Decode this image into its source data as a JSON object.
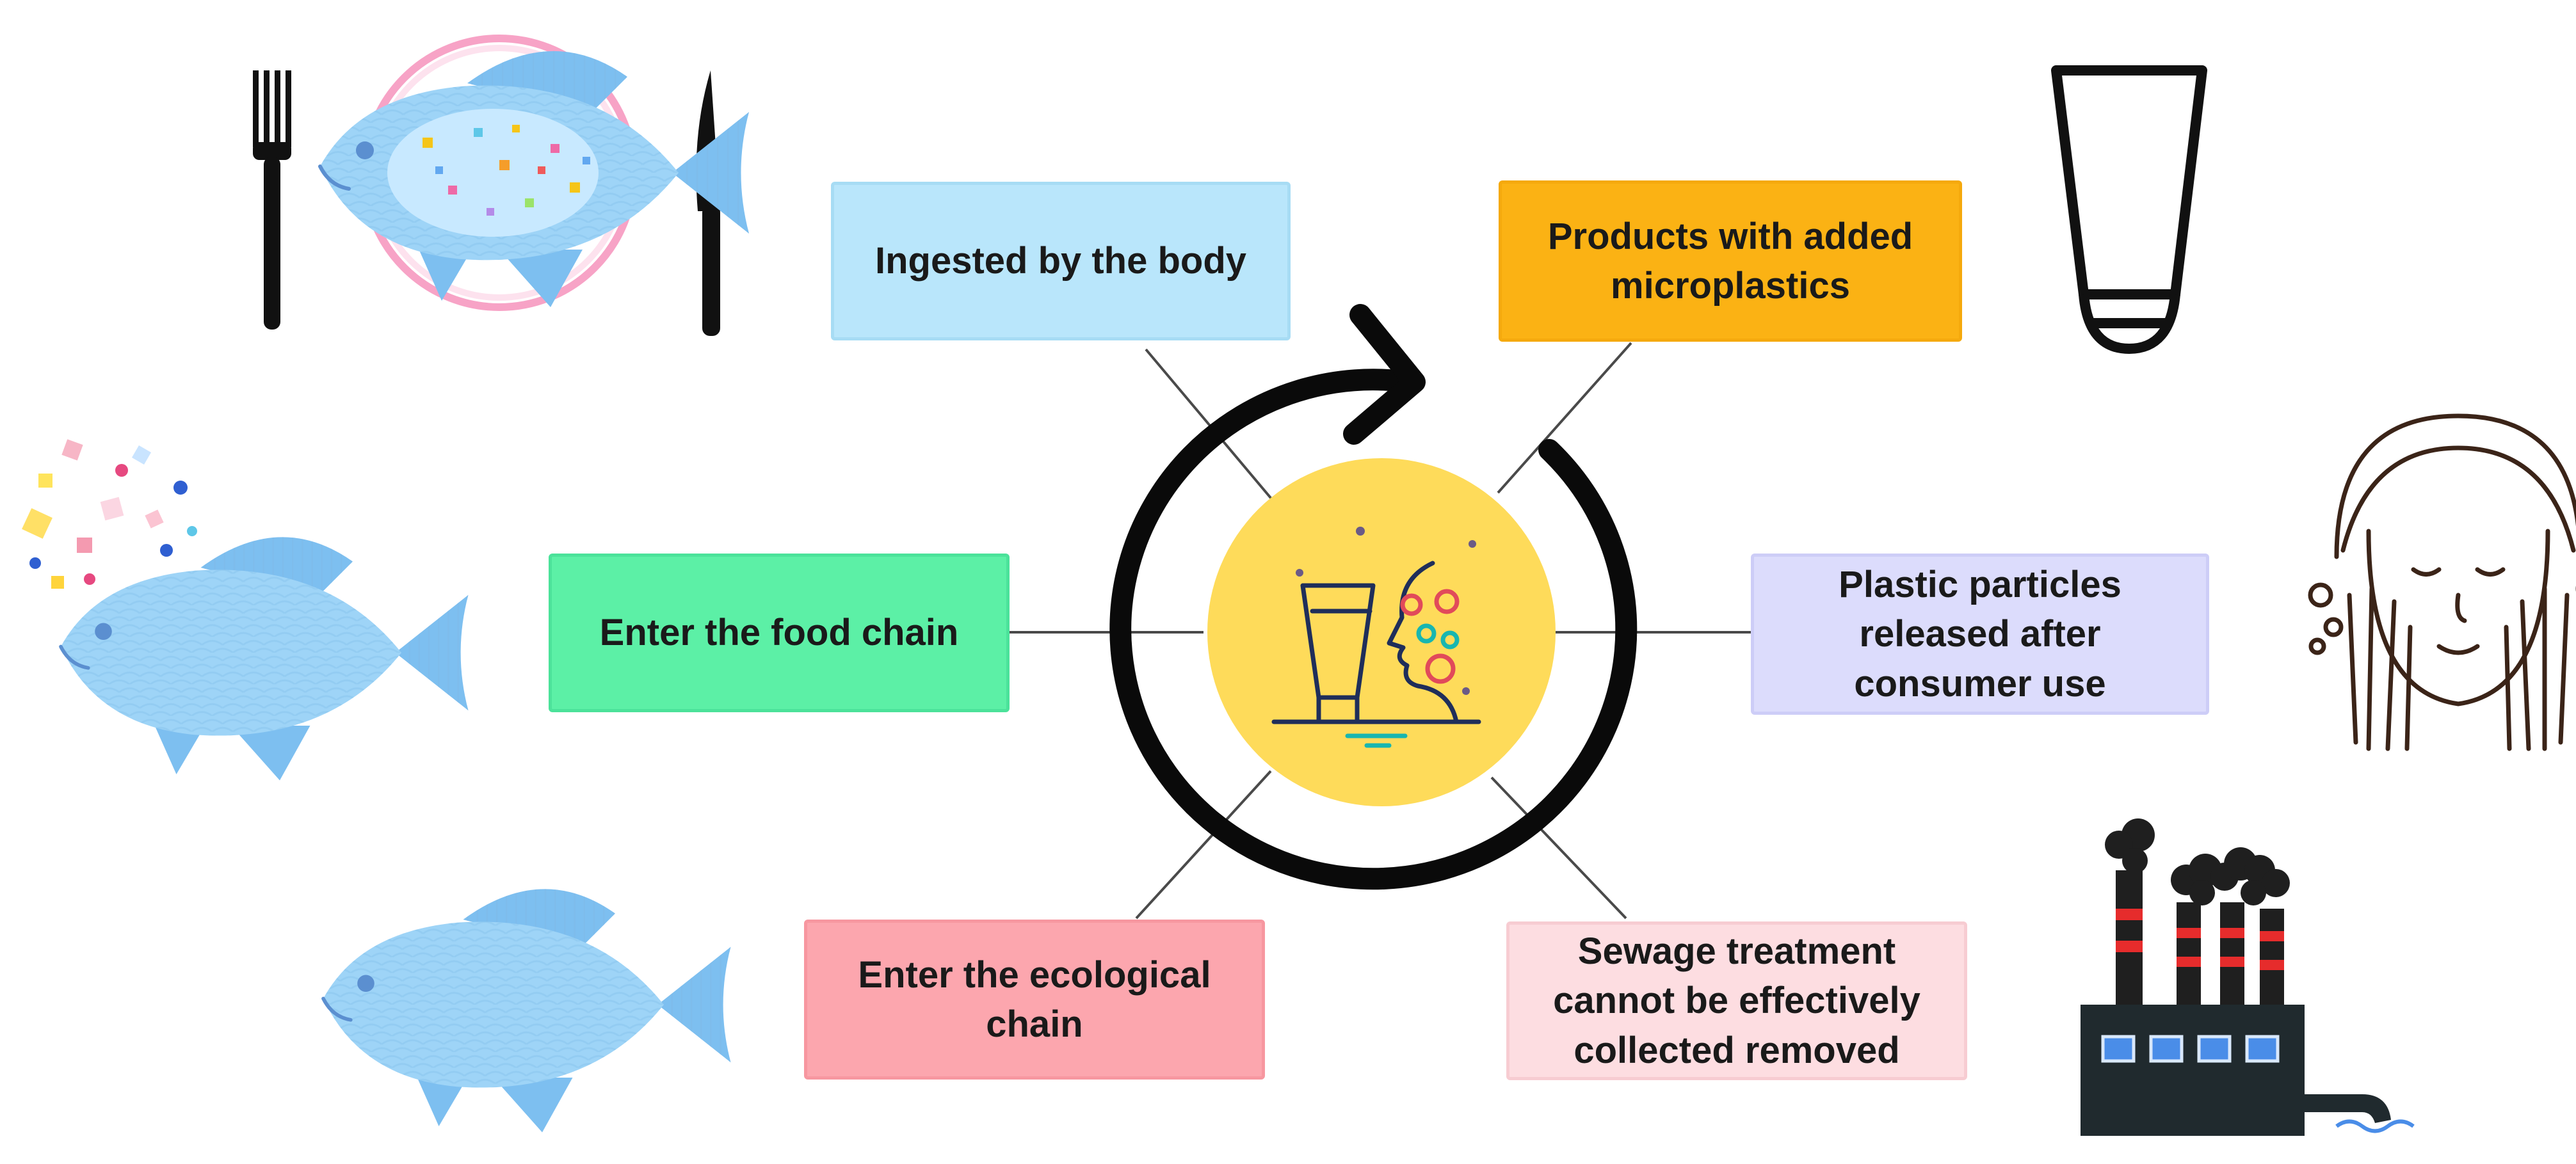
{
  "diagram": {
    "boxes": {
      "ingested": "Ingested by the body",
      "products": "Products with added microplastics",
      "plastic_particles": "Plastic particles released after consumer use",
      "sewage": "Sewage treatment cannot be effectively collected removed",
      "ecological_chain": "Enter the ecological chain",
      "food_chain": "Enter the food chain"
    },
    "colors": {
      "ingested": "#b9e6fb",
      "products": "#fbb214",
      "plastic_particles": "#dcdcfc",
      "sewage": "#fddde1",
      "ecological_chain": "#fca6ae",
      "food_chain": "#5cf0a6",
      "center_circle": "#fedb5a",
      "fish": "#9ed4f7"
    },
    "icons": {
      "center": "cosmetic-tube-face-icon",
      "cycle": "circular-arrow-icon",
      "top_left": "fish-on-plate-icon",
      "middle_left": "fish-with-microplastics-icon",
      "bottom_left": "fish-icon",
      "top_right": "cosmetic-tube-icon",
      "middle_right": "face-washing-icon",
      "bottom_right": "factory-icon"
    }
  }
}
